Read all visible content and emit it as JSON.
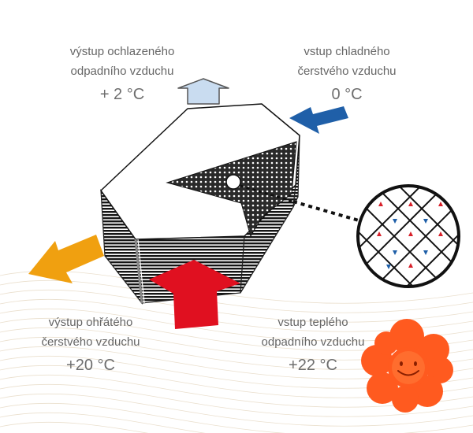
{
  "labels": {
    "exhaust_out": {
      "line1": "výstup ochlazeného",
      "line2": "odpadního vzduchu",
      "temp": "+ 2 °C"
    },
    "fresh_in": {
      "line1": "vstup chladného",
      "line2": "čerstvého vzduchu",
      "temp": "0 °C"
    },
    "supply_out": {
      "line1": "výstup ohřátého",
      "line2": "čerstvého vzduchu",
      "temp": "+20 °C"
    },
    "extract_in": {
      "line1": "vstup teplého",
      "line2": "odpadního vzduchu",
      "temp": "+22 °C"
    }
  },
  "colors": {
    "exhaust_arrow": "#c9dcf0",
    "fresh_arrow": "#1f5fa8",
    "supply_arrow": "#f0a010",
    "extract_arrow": "#e01020",
    "warm_flow": "#d8202a",
    "cold_flow": "#1f5fa8",
    "flower": "#ff5a1f",
    "label_text": "#666666"
  },
  "icons": {
    "detail": "magnifier-detail-icon",
    "mascot": "smiling-flower-icon"
  }
}
